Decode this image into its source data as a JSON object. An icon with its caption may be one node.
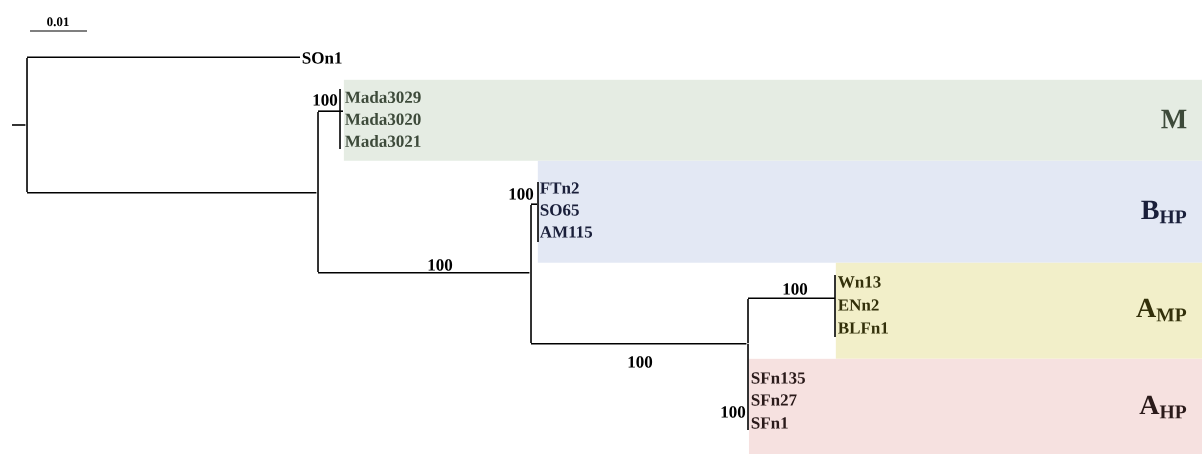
{
  "diagram": {
    "nodes": [
      {
        "text": [
          "SOn1"
        ]
      },
      {
        "text": [
          "M"
        ]
      },
      {
        "text": [
          "Mada3029"
        ],
        "in": 1
      },
      {
        "text": [
          "Mada3020"
        ],
        "in": 1
      },
      {
        "text": [
          "Mada3021"
        ],
        "in": 1
      },
      {
        "text": [
          "B$_{HP}$"
        ]
      },
      {
        "text": [
          "FTn2"
        ],
        "in": 5
      },
      {
        "text": [
          "SO65"
        ],
        "in": 5
      },
      {
        "text": [
          "AM115"
        ],
        "in": 5
      },
      {
        "text": [
          "A$_{MP}$"
        ]
      },
      {
        "text": [
          "Wn13"
        ],
        "in": 9
      },
      {
        "text": [
          "ENn2"
        ],
        "in": 9
      },
      {
        "text": [
          "BLFn1"
        ],
        "in": 9
      },
      {
        "text": [
          "A$_{HP}$"
        ]
      },
      {
        "text": [
          "SFn135"
        ],
        "in": 13
      },
      {
        "text": [
          "SFn27"
        ],
        "in": 13
      },
      {
        "text": [
          "SFn1"
        ],
        "in": 13
      },
      {
        "text": [],
        "shape": "bar"
      },
      {
        "text": [],
        "shape": "bar"
      },
      {
        "text": [],
        "shape": "bar"
      },
      {
        "text": [],
        "shape": "bar"
      }
    ],
    "edges": [
      {
        "from": null,
        "to": 17,
        "arrow": "none"
      },
      {
        "from": 17,
        "to": 0,
        "arrow": "none"
      },
      {
        "from": 17,
        "to": 18,
        "arrow": "none"
      },
      {
        "from": 18,
        "to": 1,
        "arrow": "none",
        "label": "100"
      },
      {
        "from": 18,
        "to": 19,
        "arrow": "none",
        "label": "100"
      },
      {
        "from": 19,
        "to": 5,
        "arrow": "none",
        "label": "100"
      },
      {
        "from": 19,
        "to": 20,
        "arrow": "none",
        "label": "100"
      },
      {
        "from": 20,
        "to": 9,
        "arrow": "none",
        "label": "100"
      },
      {
        "from": 20,
        "to": 13,
        "arrow": "none",
        "label": "100"
      }
    ],
    "labels": [
      "0.01"
    ]
  }
}
